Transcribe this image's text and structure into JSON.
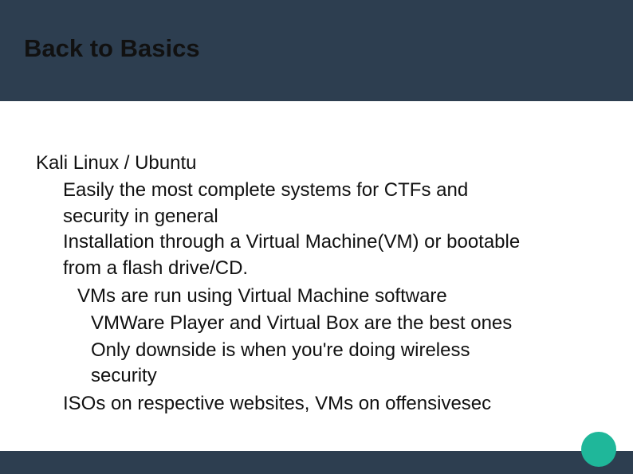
{
  "slide": {
    "title": "Back to Basics",
    "lines": [
      "Kali Linux / Ubuntu",
      "Easily the most complete systems for CTFs and",
      "security in general",
      "Installation through a Virtual Machine(VM) or bootable",
      "from a flash drive/CD.",
      "VMs  are run using Virtual Machine software",
      "VMWare Player and Virtual Box are the best ones",
      "Only downside is when you're doing wireless",
      "security",
      "ISOs on respective websites, VMs on offensivesec"
    ]
  },
  "colors": {
    "header_bg": "#2d3e50",
    "accent": "#1fb79a",
    "text": "#111111"
  }
}
